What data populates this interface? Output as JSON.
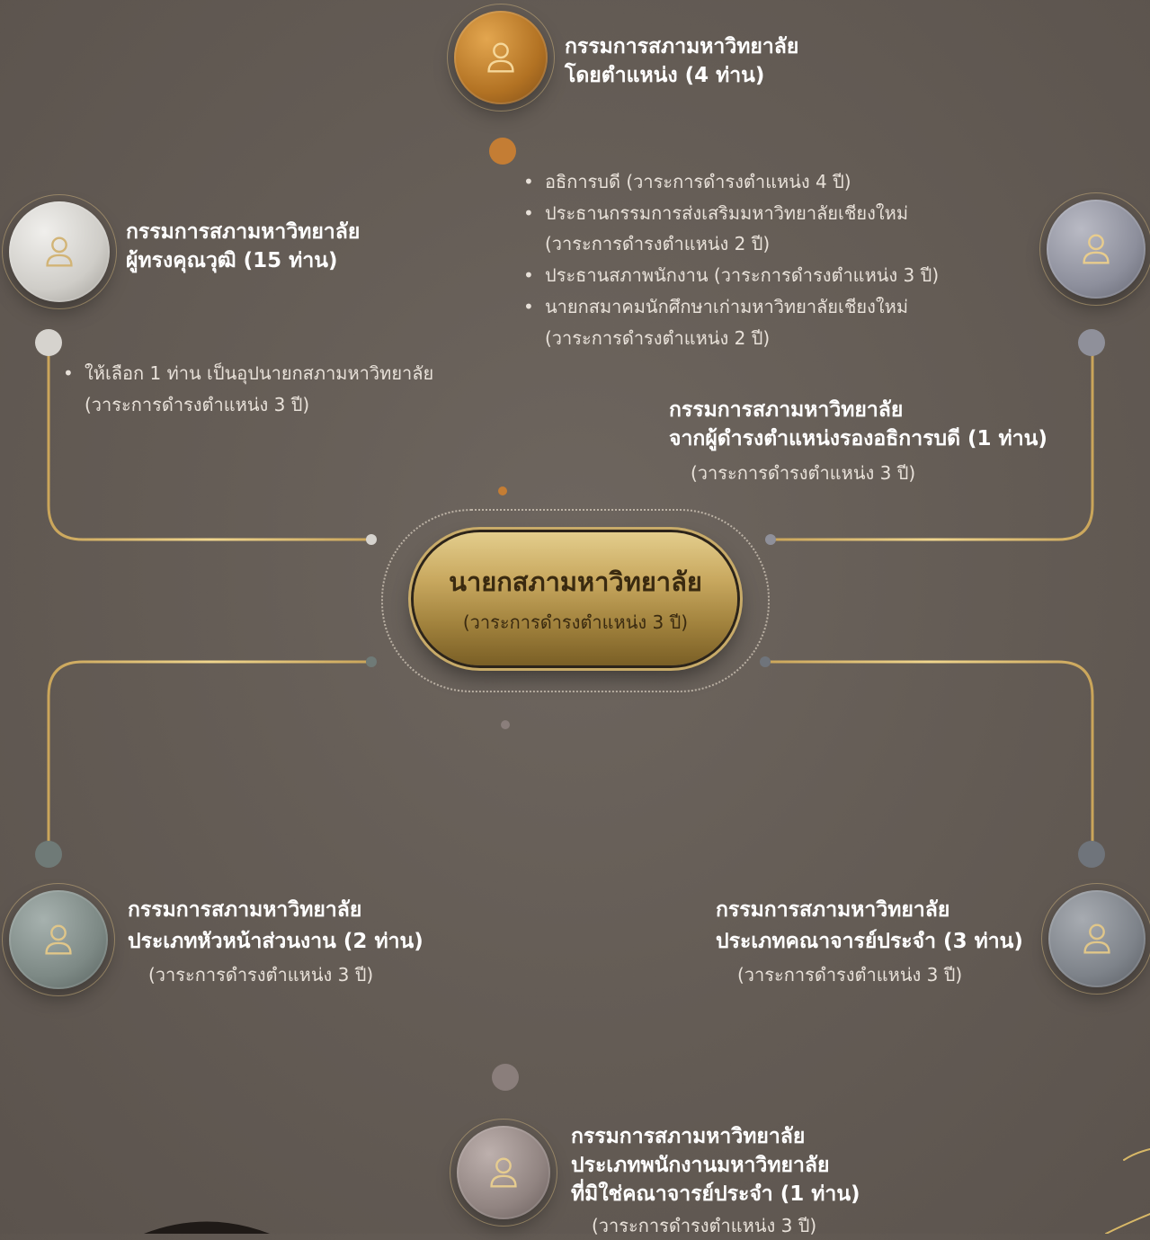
{
  "center": {
    "title": "นายกสภามหาวิทยาลัย",
    "term": "(วาระการดำรงตำแหน่ง 3 ปี)"
  },
  "nodes": {
    "ex_officio": {
      "title_lines": [
        "กรรมการสภามหาวิทยาลัย",
        "โดยตำแหน่ง (4 ท่าน)"
      ],
      "bullets": [
        {
          "text": "อธิการบดี (วาระการดำรงตำแหน่ง 4 ปี)"
        },
        {
          "text": "ประธานกรรมการส่งเสริมมหาวิทยาลัยเชียงใหม่",
          "cont": "(วาระการดำรงตำแหน่ง 2 ปี)"
        },
        {
          "text": "ประธานสภาพนักงาน (วาระการดำรงตำแหน่ง 3 ปี)"
        },
        {
          "text": "นายกสมาคมนักศึกษาเก่ามหาวิทยาลัยเชียงใหม่",
          "cont": "(วาระการดำรงตำแหน่ง 2 ปี)"
        }
      ],
      "icon": "person-icon",
      "color": "#c9862e"
    },
    "qualified": {
      "title_lines": [
        "กรรมการสภามหาวิทยาลัย",
        "ผู้ทรงคุณวุฒิ (15 ท่าน)"
      ],
      "bullets": [
        {
          "text": "ให้เลือก 1 ท่าน เป็นอุปนายกสภามหาวิทยาลัย",
          "cont": "(วาระการดำรงตำแหน่ง 3 ปี)"
        }
      ],
      "icon": "person-icon",
      "color": "#dcdad6"
    },
    "vice_president": {
      "title_lines": [
        "กรรมการสภามหาวิทยาลัย",
        "จากผู้ดำรงตำแหน่งรองอธิการบดี (1 ท่าน)"
      ],
      "term": "(วาระการดำรงตำแหน่ง 3 ปี)",
      "icon": "person-icon",
      "color": "#9a9ca8"
    },
    "unit_heads": {
      "title_lines": [
        "กรรมการสภามหาวิทยาลัย",
        "ประเภทหัวหน้าส่วนงาน (2 ท่าน)"
      ],
      "term": "(วาระการดำรงตำแหน่ง 3 ปี)",
      "icon": "person-icon",
      "color": "#8a9592"
    },
    "faculty": {
      "title_lines": [
        "กรรมการสภามหาวิทยาลัย",
        "ประเภทคณาจารย์ประจำ (3 ท่าน)"
      ],
      "term": "(วาระการดำรงตำแหน่ง 3 ปี)",
      "icon": "person-icon",
      "color": "#8a8f96"
    },
    "staff": {
      "title_lines": [
        "กรรมการสภามหาวิทยาลัย",
        "ประเภทพนักงานมหาวิทยาลัย",
        "ที่มิใช่คณาจารย์ประจำ (1 ท่าน)"
      ],
      "term": "(วาระการดำรงตำแหน่ง 3 ปี)",
      "icon": "person-icon",
      "color": "#9d908d"
    }
  },
  "colors": {
    "background": "#655d56",
    "connector_gold": "#d8b867",
    "title_text": "#ffffff",
    "body_text": "#e8e1d9"
  }
}
